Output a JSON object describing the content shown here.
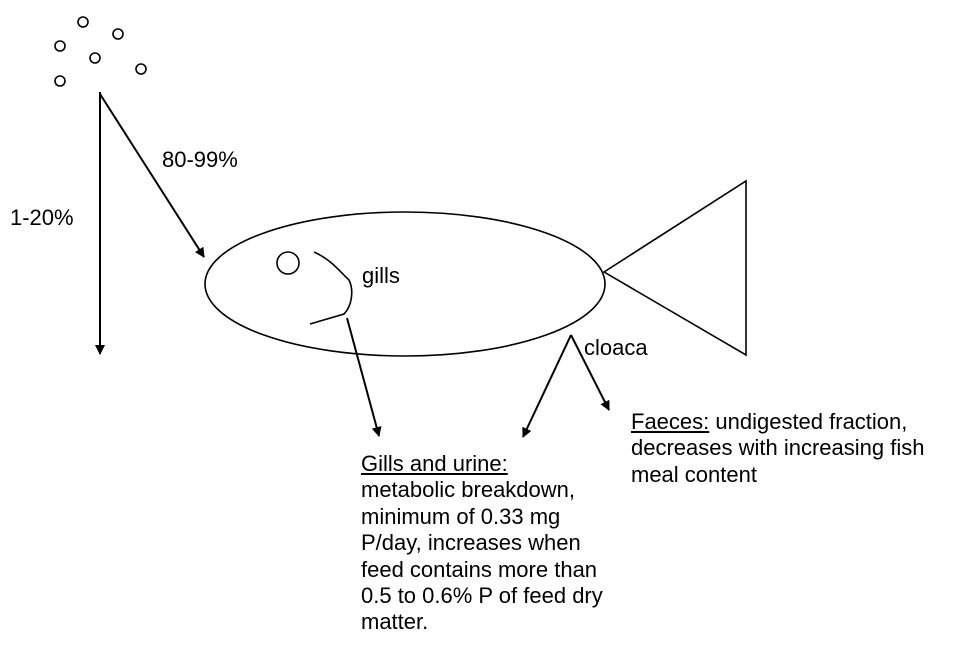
{
  "labels": {
    "fraction_to_fish": "80-99%",
    "fraction_uneaten": "1-20%",
    "gills": "gills",
    "cloaca": "cloaca"
  },
  "gills_urine": {
    "heading": "Gills and urine:",
    "lines": [
      "metabolic breakdown,",
      "minimum of 0.33 mg",
      "P/day, increases when",
      "feed contains more than",
      "0.5 to 0.6% P of feed dry",
      "matter."
    ]
  },
  "faeces": {
    "heading": "Faeces:",
    "line1_rest": " undigested fraction,",
    "lines": [
      "decreases with increasing fish",
      "meal content"
    ]
  }
}
